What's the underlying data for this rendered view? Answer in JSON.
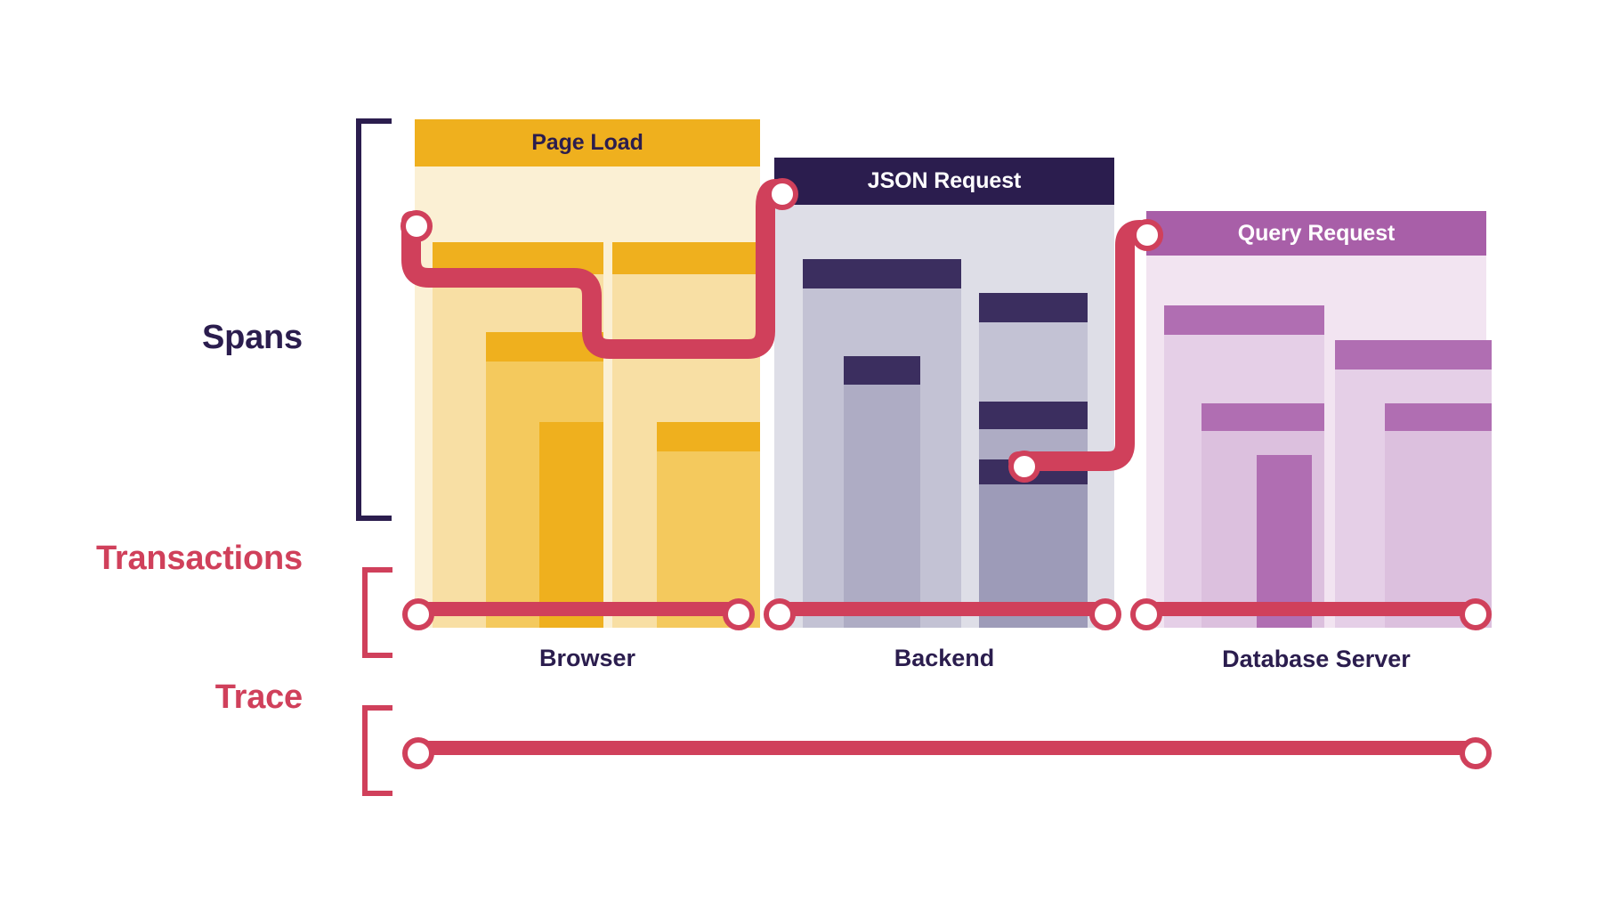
{
  "diagram": {
    "title_present": false,
    "rows": {
      "spans_label": "Spans",
      "transactions_label": "Transactions",
      "trace_label": "Trace"
    },
    "colors": {
      "navy": "#2B1D4E",
      "crimson": "#D0405B",
      "yellow_header": "#EFB01E",
      "yellow_light": "#FBF0D4",
      "yellow_mid": "#F8DFA4",
      "yellow_dark": "#F4C95D",
      "gray_panel": "#DEDEE7",
      "gray_mid": "#C3C2D4",
      "gray_dark": "#AEACC4",
      "purple_header": "#A85FA8",
      "purple_light": "#F2E4F1",
      "purple_mid": "#E5CFE7",
      "purple_dark": "#B06EB2",
      "white": "#FFFFFF"
    },
    "services": [
      {
        "id": "browser",
        "header_label": "Page Load",
        "name_label": "Browser",
        "header_bg": "#EFB01E",
        "header_text": "#2B1D4E",
        "body_bg": "#FBF0D4",
        "spans": [
          {
            "cap": "#EFB01E",
            "stem": "#F8DFA4"
          },
          {
            "cap": "#EFB01E",
            "stem": "#F4C95D"
          },
          {
            "cap": "#EFB01E",
            "stem": "#EFB01E"
          },
          {
            "cap": "#EFB01E",
            "stem": "#F8DFA4"
          },
          {
            "cap": "#EFB01E",
            "stem": "#F4C95D"
          }
        ]
      },
      {
        "id": "backend",
        "header_label": "JSON Request",
        "name_label": "Backend",
        "header_bg": "#2B1D4E",
        "header_text": "#FFFFFF",
        "body_bg": "#DEDEE7",
        "spans": [
          {
            "cap": "#3B2E5F",
            "stem": "#C3C2D4"
          },
          {
            "cap": "#3B2E5F",
            "stem": "#AEACC4"
          },
          {
            "cap": "#3B2E5F",
            "stem": "#C3C2D4"
          },
          {
            "cap": "#3B2E5F",
            "stem": "#AEACC4"
          },
          {
            "cap": "#3B2E5F",
            "stem": "#9D9BB8"
          }
        ]
      },
      {
        "id": "database",
        "header_label": "Query Request",
        "name_label": "Database Server",
        "header_bg": "#A85FA8",
        "header_text": "#FFFFFF",
        "body_bg": "#F2E4F1",
        "spans": [
          {
            "cap": "#B06EB2",
            "stem": "#E5CFE7"
          },
          {
            "cap": "#B06EB2",
            "stem": "#DCC0DE"
          },
          {
            "cap": "#B06EB2",
            "stem": "#B06EB2"
          },
          {
            "cap": "#B06EB2",
            "stem": "#E5CFE7"
          },
          {
            "cap": "#B06EB2",
            "stem": "#DCC0DE"
          }
        ]
      }
    ],
    "transactions_timeline": {
      "segments": [
        {
          "name": "browser-transaction"
        },
        {
          "name": "backend-transaction"
        },
        {
          "name": "database-transaction"
        }
      ],
      "node_count": 6
    },
    "trace_timeline": {
      "segments": [
        {
          "name": "full-trace"
        }
      ],
      "node_count": 2
    }
  }
}
